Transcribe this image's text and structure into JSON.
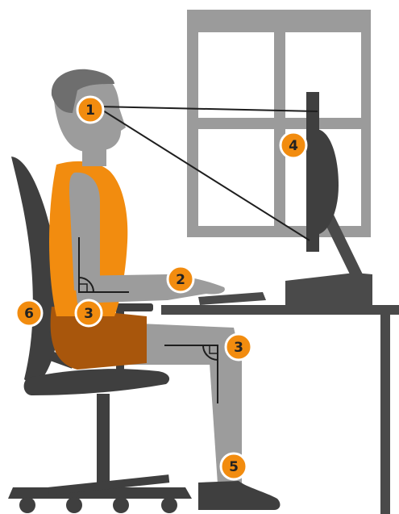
{
  "colors": {
    "accent": "#F28C0F",
    "shirt": "#F28C0F",
    "shorts": "#A8560C",
    "skin": "#9C9C9C",
    "hair": "#6E6E6E",
    "chair": "#3F3F3F",
    "furniture": "#4A4A4A",
    "window_frame": "#9B9B9B",
    "window_pane": "#FFFFFF",
    "sight_line": "#1E1E1E",
    "badge_ring": "#FFFFFF"
  },
  "markers": [
    {
      "id": "m1",
      "label": "1",
      "refers_to": "eye-level"
    },
    {
      "id": "m2",
      "label": "2",
      "refers_to": "forearm-keyboard"
    },
    {
      "id": "m3a",
      "label": "3",
      "refers_to": "hip-angle"
    },
    {
      "id": "m3b",
      "label": "3",
      "refers_to": "knee-angle"
    },
    {
      "id": "m4",
      "label": "4",
      "refers_to": "monitor"
    },
    {
      "id": "m5",
      "label": "5",
      "refers_to": "feet-flat"
    },
    {
      "id": "m6",
      "label": "6",
      "refers_to": "backrest"
    }
  ]
}
